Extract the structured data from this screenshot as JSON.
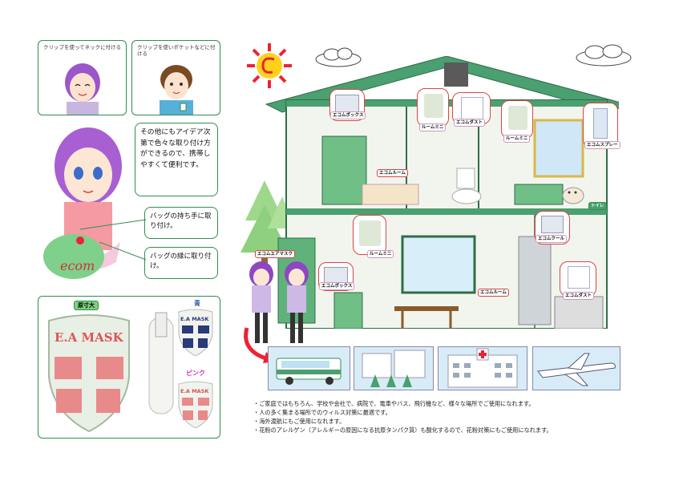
{
  "top_left": {
    "caption_neck": "クリップを使ってネックに付ける",
    "caption_pocket": "クリップを使いポケットなどに付ける"
  },
  "middle_left": {
    "idea_text": "その他にもアイデア次第で色々な取り付け方ができるので、携帯しやすくて便利です。",
    "bag_handle": "バッグの持ち手に取り付け。",
    "bag_edge": "バッグの縁に取り付け。"
  },
  "product": {
    "actual_size": "原寸大",
    "brand": "E.A MASK",
    "color_blue": "青",
    "color_pink": "ピンク"
  },
  "house_labels": {
    "box_upper": "エコムボックス",
    "room_mini_upper": "ルームミニ",
    "dust_upper": "エコムダスト",
    "room_mini_right": "ルームミニ",
    "spray": "エコムスプレー",
    "room_label": "エコムルーム",
    "toilet": "トイレ",
    "air_mask": "エコムエアマスク",
    "box_lower": "エコムボックス",
    "room_mini_lower": "ルームミニ",
    "cool": "エコムクール",
    "room_lower": "エコムルーム",
    "dust_lower": "エコムダスト"
  },
  "bullets": [
    "・ご家庭ではもちろん、学校や会社で、病院で、電車やバス、飛行機など、様々な場所でご使用になれます。",
    "・人の多く集まる場所でのウィルス対策に最適です。",
    "・海外渡航にもご使用になれます。",
    "・花粉のアレルゲン（アレルギーの原因になる抗原タンパク質）も酸化するので、花粉対策にもご使用になれます。"
  ],
  "colors": {
    "frame_green": "#2f8f4e",
    "house_green": "#4aa070",
    "accent_red": "#d44444",
    "pink_mask": "#e88a8a"
  }
}
